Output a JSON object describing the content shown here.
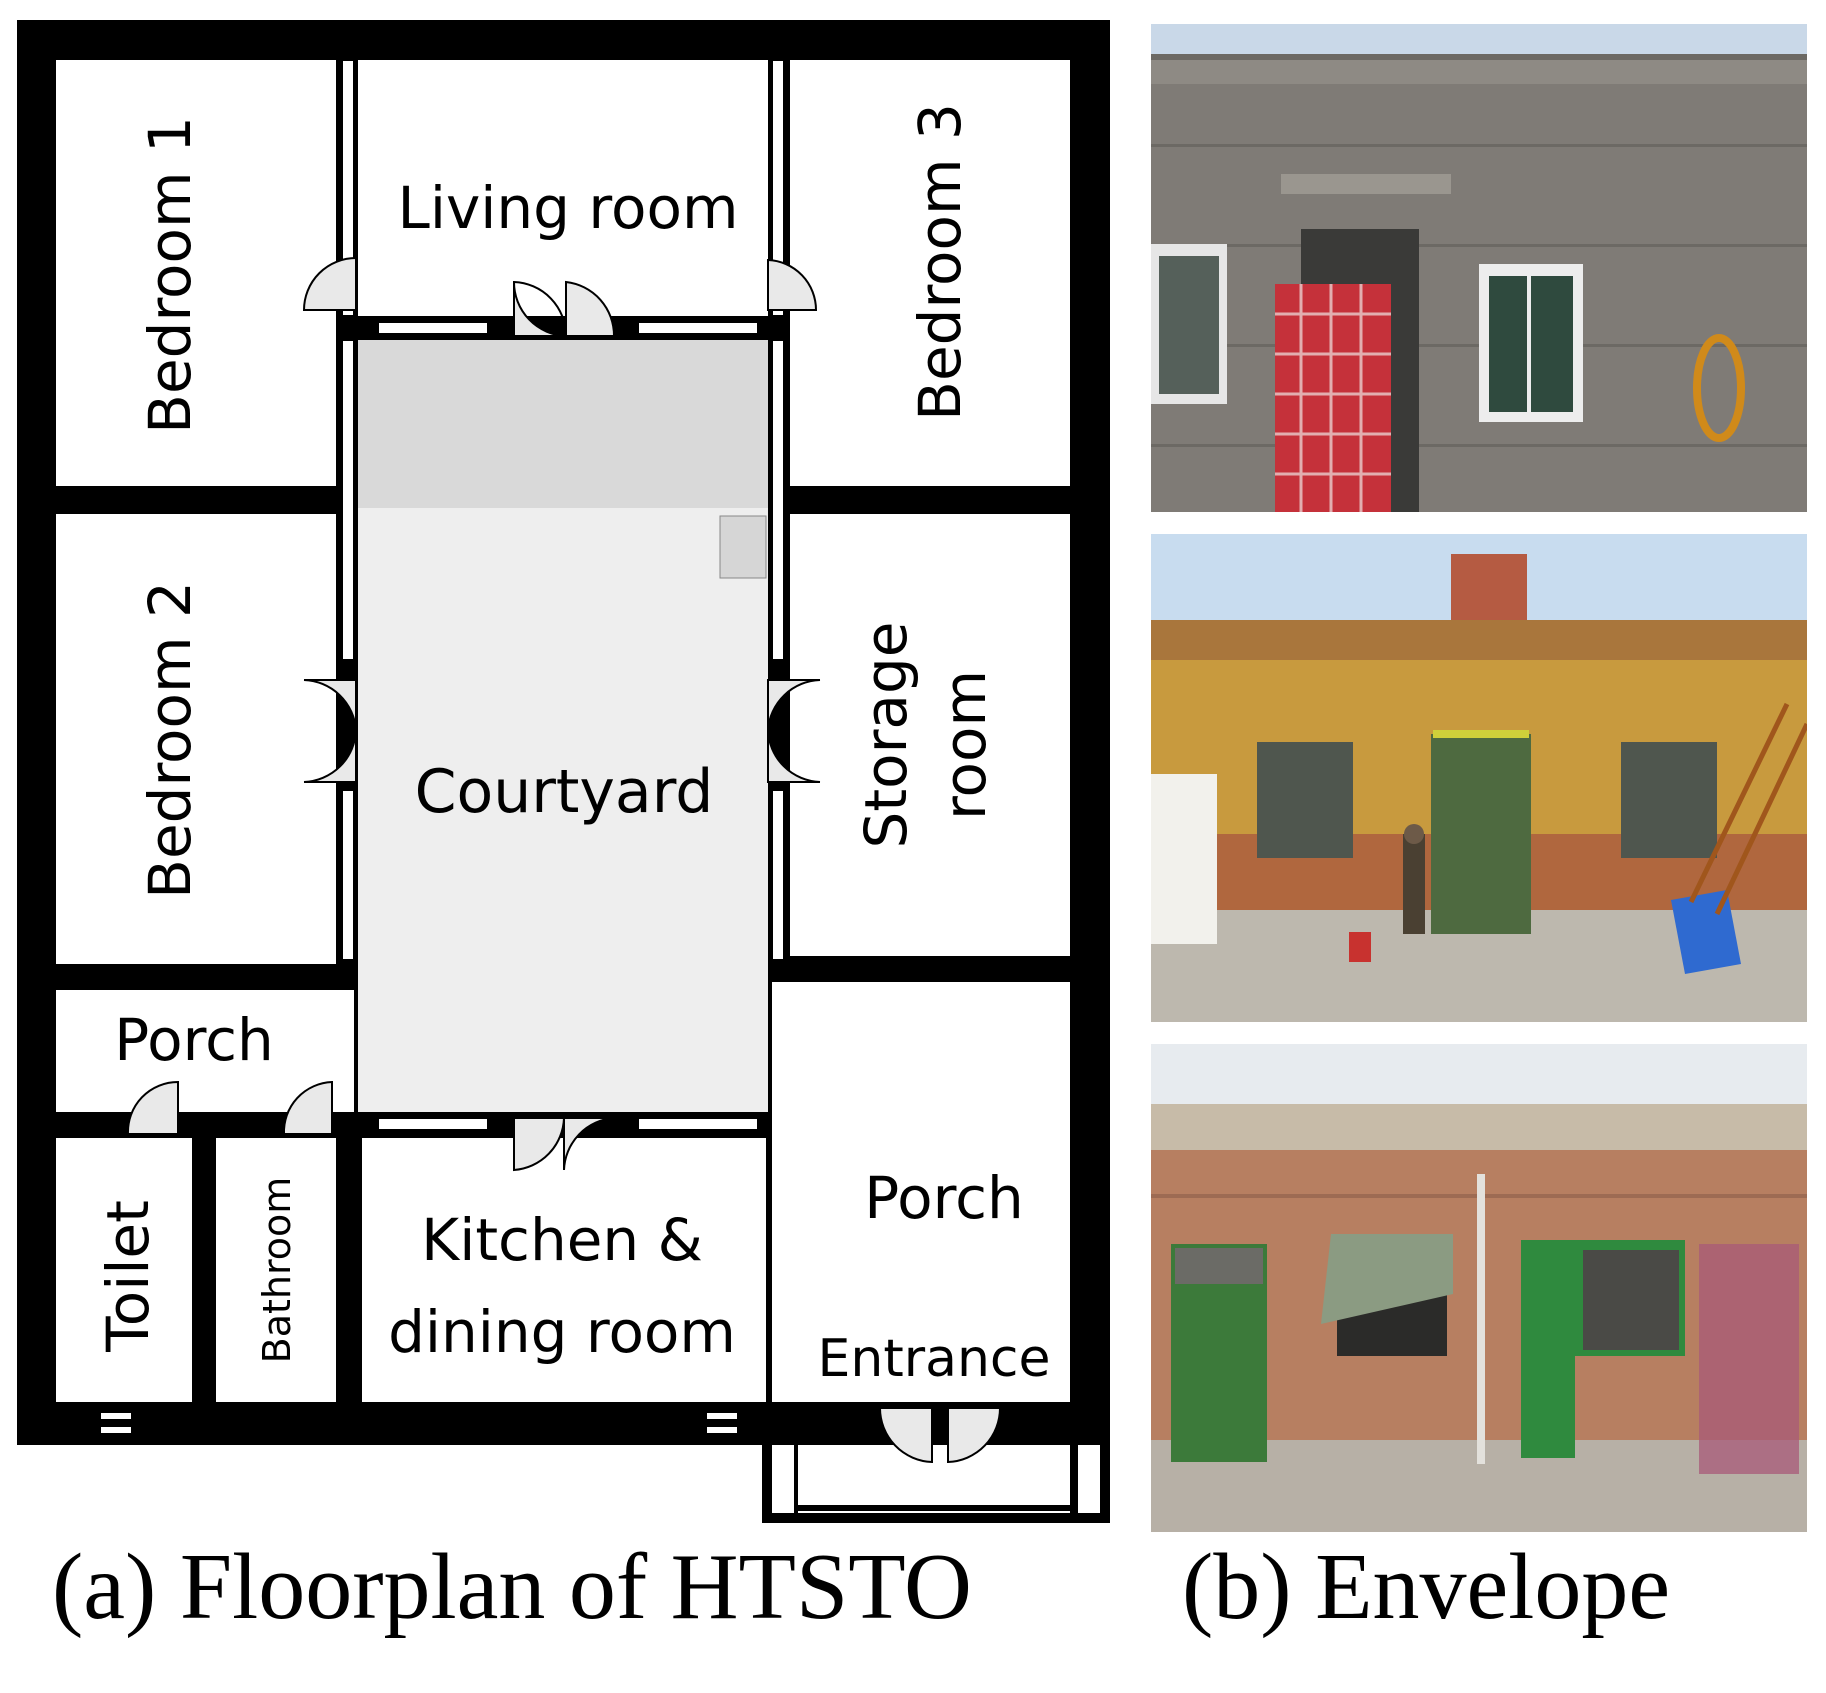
{
  "floorplan": {
    "rooms": {
      "bedroom1": "Bedroom 1",
      "living": "Living room",
      "bedroom3": "Bedroom 3",
      "bedroom2": "Bedroom 2",
      "courtyard": "Courtyard",
      "storage_line1": "Storage",
      "storage_line2": "room",
      "porch_left": "Porch",
      "toilet": "Toilet",
      "bathroom": "Bathroom",
      "kitchen_line1": "Kitchen &",
      "kitchen_line2": "dining room",
      "porch_right": "Porch",
      "entrance": "Entrance"
    }
  },
  "captions": {
    "a": "(a) Floorplan of HTSTO",
    "b": "(b) Envelope"
  },
  "colors": {
    "wall": "#000000",
    "courtyard_fill": "#eeeeee",
    "covered_fill": "#d9d9d9",
    "door_fill": "#e9e9e9"
  }
}
